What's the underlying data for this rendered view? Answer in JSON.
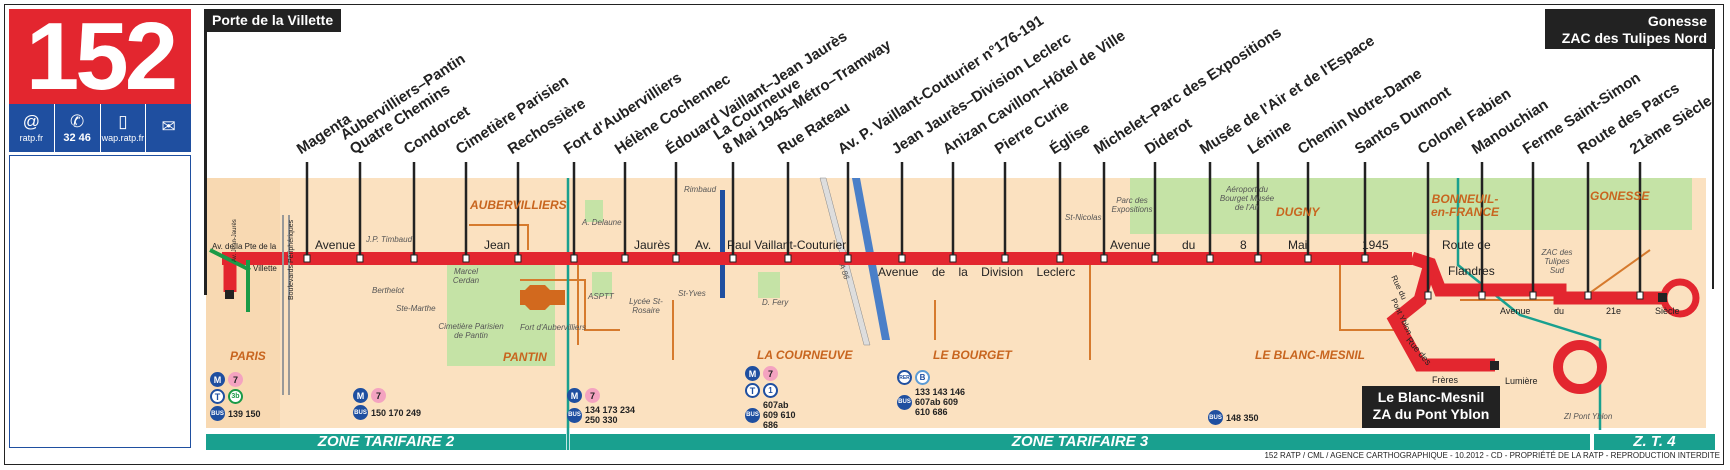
{
  "header": {
    "line_number": "152",
    "info": [
      {
        "icon": "at-icon",
        "glyph": "@",
        "text": "ratp.fr"
      },
      {
        "icon": "phone-icon",
        "glyph": "✆",
        "text": "32 46"
      },
      {
        "icon": "mobile-icon",
        "glyph": "▯",
        "text": "wap.ratp.fr"
      },
      {
        "icon": "mail-icon",
        "glyph": "✉",
        "text": ""
      }
    ]
  },
  "terminus": {
    "left": "Porte de la Villette",
    "right_line1": "Gonesse",
    "right_line2": "ZAC des Tulipes Nord",
    "bottom_line1": "Le Blanc-Mesnil",
    "bottom_line2": "ZA du Pont Yblon"
  },
  "stops": [
    {
      "lines": [
        "Magenta"
      ]
    },
    {
      "lines": [
        "Aubervilliers–Pantin",
        "Quatre Chemins"
      ]
    },
    {
      "lines": [
        "Condorcet"
      ]
    },
    {
      "lines": [
        "Cimetière Parisien"
      ]
    },
    {
      "lines": [
        "Rechossière"
      ]
    },
    {
      "lines": [
        "Fort d'Aubervilliers"
      ]
    },
    {
      "lines": [
        "Hélène Cochennec"
      ]
    },
    {
      "lines": [
        "Édouard Vaillant–Jean Jaurès"
      ]
    },
    {
      "lines": [
        "La Courneuve",
        "8 Mai 1945–Métro–Tramway"
      ]
    },
    {
      "lines": [
        "Rue Rateau"
      ]
    },
    {
      "lines": [
        "Av. P. Vaillant-Couturier n°176-191"
      ]
    },
    {
      "lines": [
        "Jean Jaurès–Division Leclerc"
      ]
    },
    {
      "lines": [
        "Anizan Cavillon–Hôtel de Ville"
      ]
    },
    {
      "lines": [
        "Pierre Curie"
      ]
    },
    {
      "lines": [
        "Église"
      ]
    },
    {
      "lines": [
        "Michelet–Parc des Expositions"
      ]
    },
    {
      "lines": [
        "Diderot"
      ]
    },
    {
      "lines": [
        "Musée de l'Air et de l'Espace"
      ]
    },
    {
      "lines": [
        "Lénine"
      ]
    },
    {
      "lines": [
        "Chemin Notre-Dame"
      ]
    },
    {
      "lines": [
        "Santos Dumont"
      ]
    },
    {
      "lines": [
        "Colonel Fabien"
      ]
    },
    {
      "lines": [
        "Manouchian"
      ]
    },
    {
      "lines": [
        "Ferme Saint-Simon"
      ]
    },
    {
      "lines": [
        "Route des Parcs"
      ]
    },
    {
      "lines": [
        "21ème Siècle"
      ]
    }
  ],
  "streets": [
    "Avenue",
    "Jean",
    "Jaurès",
    "Av.",
    "Paul Vaillant-Couturier",
    "Avenue de la Division Leclerc",
    "Avenue",
    "du",
    "8",
    "Mai",
    "1945",
    "Route de",
    "Flandres",
    "Avenue",
    "du",
    "21e",
    "Siècle",
    "Rue des",
    "Frères",
    "Lumière",
    "Rue du",
    "Pont Yblon",
    "Av. de la Pte de la",
    "Villette",
    "Boulevards Périphériques",
    "Av. Jean-Jaurès"
  ],
  "towns": [
    "AUBERVILLIERS",
    "PARIS",
    "PANTIN",
    "LA COURNEUVE",
    "LE BOURGET",
    "DUGNY",
    "BONNEUIL-en-FRANCE",
    "LE BLANC-MESNIL",
    "GONESSE"
  ],
  "pois": [
    "J.P. Timbaud",
    "Berthelot",
    "Ste-Marthe",
    "Marcel Cerdan",
    "Cimetière Parisien de Pantin",
    "Fort d'Aubervilliers",
    "A. Delaune",
    "ASPTT",
    "Lycée St-Rosaire",
    "Rimbaud",
    "St-Yves",
    "D. Fery",
    "A 86",
    "St-Nicolas",
    "Parc des Expositions",
    "Aéroport du Bourget Musée de l'Air",
    "ZAC des Tulipes Sud",
    "ZI Pont Yblon"
  ],
  "connections": [
    {
      "lines": [
        "M",
        "7",
        "T",
        "3b",
        "BUS"
      ],
      "buses": "139 150"
    },
    {
      "lines": [
        "M",
        "7",
        "BUS"
      ],
      "buses": "150 170 249"
    },
    {
      "lines": [
        "M",
        "7",
        "BUS"
      ],
      "buses": "134 173 234 250 330"
    },
    {
      "lines": [
        "M",
        "7",
        "T",
        "1",
        "BUS"
      ],
      "buses": "607ab 609 610 686"
    },
    {
      "lines": [
        "RER",
        "B",
        "BUS"
      ],
      "buses": "133 143 146 607ab 609 610 686"
    },
    {
      "lines": [
        "BUS"
      ],
      "buses": "148 350"
    }
  ],
  "zones": [
    "ZONE TARIFAIRE 2",
    "ZONE TARIFAIRE 3",
    "Z. T. 4"
  ],
  "copyright": "152 RATP / CML / AGENCE CARTHOGRAPHIQUE - 10.2012 - CD - PROPRIÉTÉ DE LA RATP - REPRODUCTION INTERDITE",
  "colors": {
    "line": "#e3262f",
    "beige": "#fbe1c0",
    "green_area": "#c5e3a6",
    "teal": "#19a08f",
    "navy": "#1f4fa0",
    "town": "#c8651f"
  }
}
